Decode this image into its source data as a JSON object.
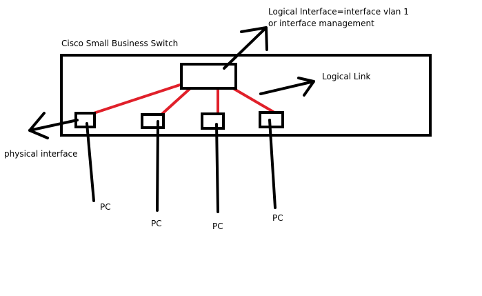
{
  "labels": {
    "switch_title": "Cisco Small Business Switch",
    "logical_interface_line1": "Logical Interface=interface vlan 1",
    "logical_interface_line2": "or interface management",
    "logical_link": "Logical Link",
    "physical_interface": "physical interface",
    "pc1": "PC",
    "pc2": "PC",
    "pc3": "PC",
    "pc4": "PC"
  },
  "colors": {
    "outline": "#000000",
    "logical_link": "#e0202a",
    "background": "#ffffff"
  }
}
